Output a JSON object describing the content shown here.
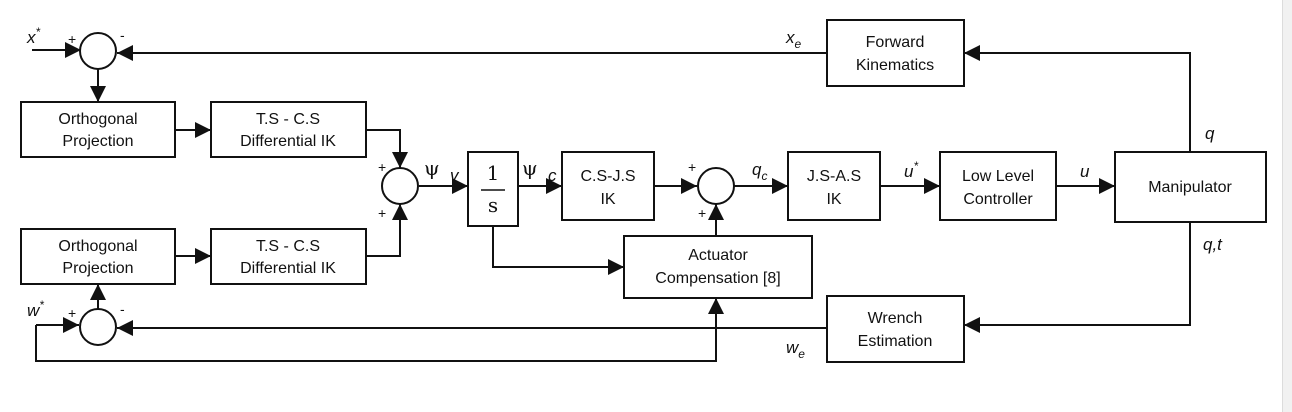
{
  "blocks": {
    "forward_kinematics": [
      "Forward",
      "Kinematics"
    ],
    "orthogonal_projection_top": [
      "Orthogonal",
      "Projection"
    ],
    "ts_cs_ik_top": [
      "T.S - C.S",
      "Differential IK"
    ],
    "orthogonal_projection_bottom": [
      "Orthogonal",
      "Projection"
    ],
    "ts_cs_ik_bottom": [
      "T.S - C.S",
      "Differential IK"
    ],
    "integrator": {
      "num": "1",
      "den": "s"
    },
    "cs_js_ik": [
      "C.S-J.S",
      "IK"
    ],
    "js_as_ik": [
      "J.S-A.S",
      "IK"
    ],
    "low_level_controller": [
      "Low Level",
      "Controller"
    ],
    "manipulator": "Manipulator",
    "actuator_compensation": [
      "Actuator",
      "Compensation [8]"
    ],
    "wrench_estimation": [
      "Wrench",
      "Estimation"
    ]
  },
  "signals": {
    "x_star": {
      "base": "x",
      "sup": "*"
    },
    "x_e": {
      "base": "x",
      "sub": "e"
    },
    "q_top": "q",
    "psi_v": {
      "base": "ψ",
      "sub": "v"
    },
    "psi_c": {
      "base": "ψ",
      "sub": "c"
    },
    "q_c": {
      "base": "q",
      "sub": "c"
    },
    "u_star": {
      "base": "u",
      "sup": "*"
    },
    "u": "u",
    "q_t": "q,t",
    "w_star": {
      "base": "w",
      "sup": "*"
    },
    "w_e": {
      "base": "w",
      "sub": "e"
    }
  },
  "signs": {
    "plus": "+",
    "minus": "-"
  }
}
